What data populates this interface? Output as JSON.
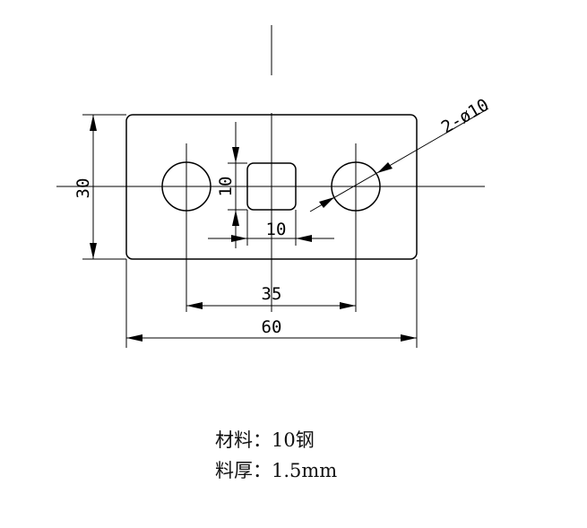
{
  "drawing": {
    "dimensions": {
      "height_overall": "30",
      "hole_spacing": "35",
      "width_overall": "60",
      "square_height": "10",
      "square_width": "10",
      "holes": "2-ø10"
    }
  },
  "notes": {
    "material": "材料：10钢",
    "thickness": "料厚：1.5mm"
  }
}
